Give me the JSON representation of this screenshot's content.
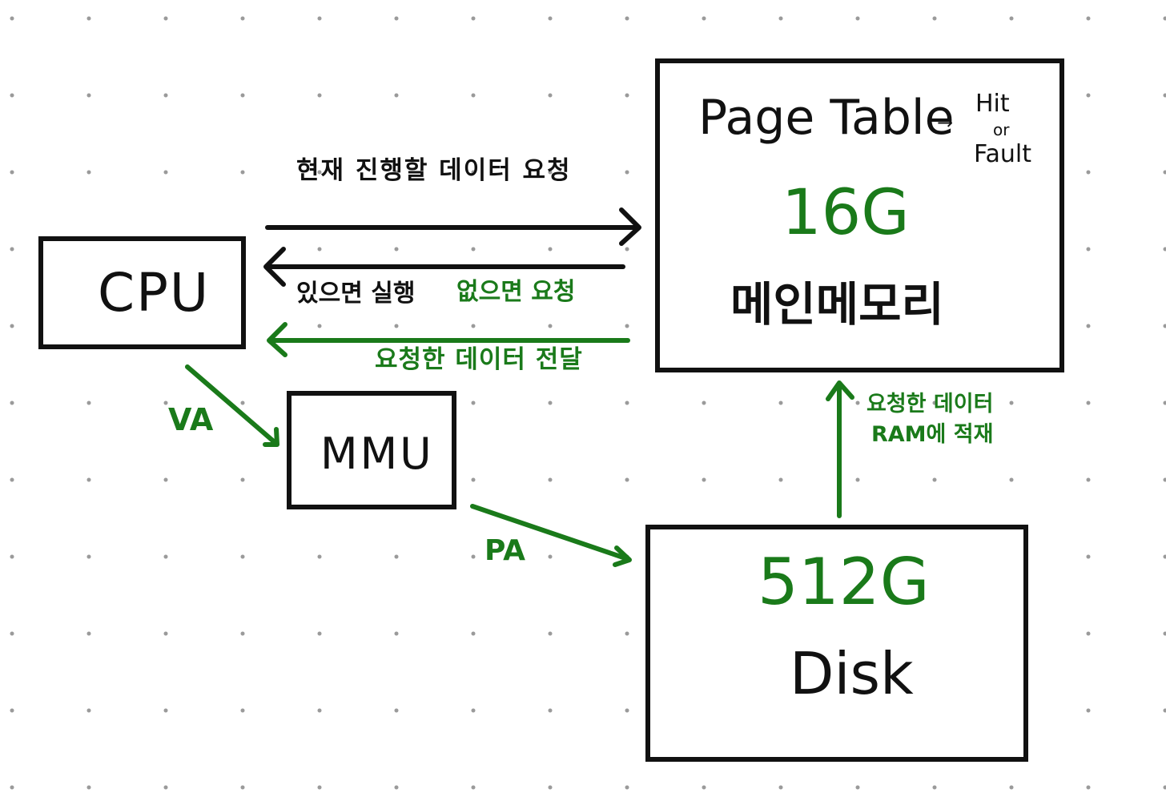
{
  "colors": {
    "ink": "#111111",
    "accent": "#1a7a1a",
    "dot_grid": "#9a9a9a",
    "background": "#ffffff"
  },
  "nodes": {
    "cpu": {
      "label": "CPU"
    },
    "mmu": {
      "label": "MMU"
    },
    "main_memory": {
      "title": "Page Table",
      "hit": "Hit",
      "or": "or",
      "fault": "Fault",
      "capacity": "16G",
      "label": "메인메모리"
    },
    "disk": {
      "capacity": "512G",
      "label": "Disk"
    }
  },
  "edges": {
    "cpu_to_memory": "현재 진행할 데이터 요청",
    "memory_to_cpu_hit": "있으면 실행",
    "memory_to_cpu_fault": "없으면 요청",
    "memory_to_cpu_data": "요청한 데이터 전달",
    "cpu_to_mmu": "VA",
    "mmu_to_disk": "PA",
    "disk_to_memory_line1": "요청한 데이터",
    "disk_to_memory_line2": "RAM에 적재"
  }
}
